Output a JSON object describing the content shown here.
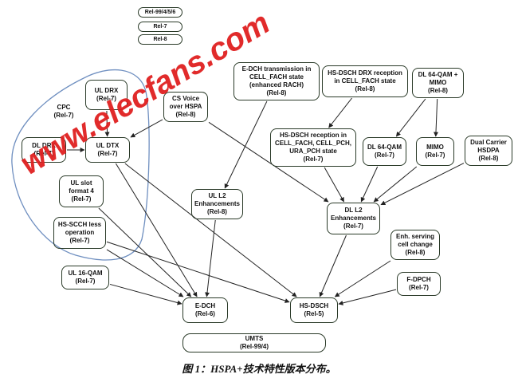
{
  "legend": [
    {
      "id": "legend-a",
      "label": "Rel-99/4/5/6",
      "class": "yellow"
    },
    {
      "id": "legend-b",
      "label": "Rel-7",
      "class": "green"
    },
    {
      "id": "legend-c",
      "label": "Rel-8",
      "class": "blue"
    }
  ],
  "cpc_label": "CPC\n(Rel-7)",
  "nodes": [
    {
      "id": "ul-drx",
      "label": "UL DRX\n(Rel-7)",
      "class": "green"
    },
    {
      "id": "dl-drx",
      "label": "DL DRX\n(Rel-7)",
      "class": "green"
    },
    {
      "id": "ul-dtx",
      "label": "UL DTX\n(Rel-7)",
      "class": "green"
    },
    {
      "id": "ul-slot",
      "label": "UL slot\nformat 4\n(Rel-7)",
      "class": "green"
    },
    {
      "id": "hs-scch",
      "label": "HS-SCCH less\noperation\n(Rel-7)",
      "class": "green"
    },
    {
      "id": "ul16qam",
      "label": "UL 16-QAM\n(Rel-7)",
      "class": "green"
    },
    {
      "id": "cs-voice",
      "label": "CS Voice\nover HSPA\n(Rel-8)",
      "class": "blue"
    },
    {
      "id": "edch-fach",
      "label": "E-DCH transmission in\nCELL_FACH state\n(enhanced RACH)\n(Rel-8)",
      "class": "blue"
    },
    {
      "id": "hs-drx",
      "label": "HS-DSCH DRX reception\nin CELL_FACH state\n(Rel-8)",
      "class": "blue"
    },
    {
      "id": "dl64mimo",
      "label": "DL 64-QAM +\nMIMO\n(Rel-8)",
      "class": "blue"
    },
    {
      "id": "hs-recep",
      "label": "HS-DSCH reception in\nCELL_FACH, CELL_PCH,\nURA_PCH state\n(Rel-7)",
      "class": "green"
    },
    {
      "id": "dl64",
      "label": "DL 64-QAM\n(Rel-7)",
      "class": "green"
    },
    {
      "id": "mimo",
      "label": "MIMO\n(Rel-7)",
      "class": "green"
    },
    {
      "id": "dual",
      "label": "Dual Carrier\nHSDPA\n(Rel-8)",
      "class": "blue"
    },
    {
      "id": "ul-l2",
      "label": "UL L2\nEnhancements\n(Rel-8)",
      "class": "blue"
    },
    {
      "id": "dl-l2",
      "label": "DL L2\nEnhancements\n(Rel-7)",
      "class": "green"
    },
    {
      "id": "enh-serv",
      "label": "Enh. serving\ncell change\n(Rel-8)",
      "class": "blue"
    },
    {
      "id": "f-dpch",
      "label": "F-DPCH\n(Rel-7)",
      "class": "green"
    },
    {
      "id": "e-dch",
      "label": "E-DCH\n(Rel-6)",
      "class": "yellow"
    },
    {
      "id": "hs-dsch",
      "label": "HS-DSCH\n(Rel-5)",
      "class": "yellow"
    },
    {
      "id": "umts",
      "label": "UMTS\n(Rel-99/4)",
      "class": "yellow"
    }
  ],
  "edges": [
    [
      "ul-drx",
      "ul-dtx"
    ],
    [
      "dl-drx",
      "ul-dtx"
    ],
    [
      "cs-voice",
      "ul-dtx"
    ],
    [
      "ul-dtx",
      "e-dch"
    ],
    [
      "ul-dtx",
      "hs-dsch"
    ],
    [
      "ul-slot",
      "e-dch"
    ],
    [
      "hs-scch",
      "e-dch"
    ],
    [
      "hs-scch",
      "hs-dsch"
    ],
    [
      "ul16qam",
      "e-dch"
    ],
    [
      "cs-voice",
      "dl-l2"
    ],
    [
      "edch-fach",
      "ul-l2"
    ],
    [
      "hs-drx",
      "hs-recep"
    ],
    [
      "dl64mimo",
      "dl64"
    ],
    [
      "dl64mimo",
      "mimo"
    ],
    [
      "hs-recep",
      "dl-l2"
    ],
    [
      "dl64",
      "dl-l2"
    ],
    [
      "mimo",
      "dl-l2"
    ],
    [
      "dual",
      "dl-l2"
    ],
    [
      "ul-l2",
      "e-dch"
    ],
    [
      "dl-l2",
      "hs-dsch"
    ],
    [
      "enh-serv",
      "hs-dsch"
    ],
    [
      "f-dpch",
      "hs-dsch"
    ]
  ],
  "colors": {
    "green": "#66e35e",
    "blue": "#9cc6f3",
    "yellow": "#fbf59a",
    "cpc_outline": "#6f8fc0",
    "watermark": "#e02020"
  },
  "watermark": "www.elecfans.com",
  "caption": "图 1：HSPA+技术特性版本分布。"
}
